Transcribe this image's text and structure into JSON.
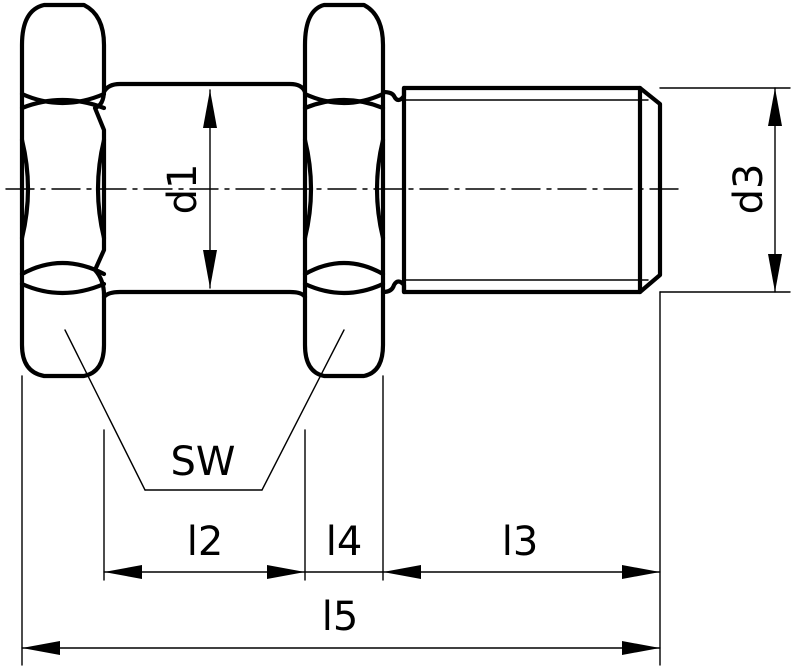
{
  "labels": {
    "d1": "d1",
    "d3": "d3",
    "sw": "SW",
    "l2": "l2",
    "l4": "l4",
    "l3": "l3",
    "l5": "l5"
  }
}
